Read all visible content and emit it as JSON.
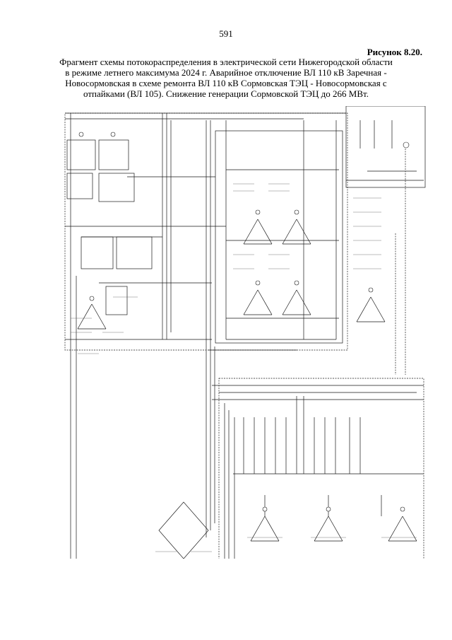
{
  "page": {
    "number": "591",
    "figure_label": "Рисунок 8.20.",
    "caption": "Фрагмент схемы потокораспределения в электрической сети Нижегородской области в режиме летнего максимума 2024 г. Аварийное отключение ВЛ 110 кВ Заречная - Новосормовская в схеме ремонта ВЛ 110 кВ Сормовская ТЭЦ - Новосормовская с отпайками (ВЛ 105). Снижение генерации Сормовской ТЭЦ до 266 МВт."
  },
  "colors": {
    "line": "#1a1a1a",
    "dashed": "#444444",
    "text": "#000000"
  }
}
